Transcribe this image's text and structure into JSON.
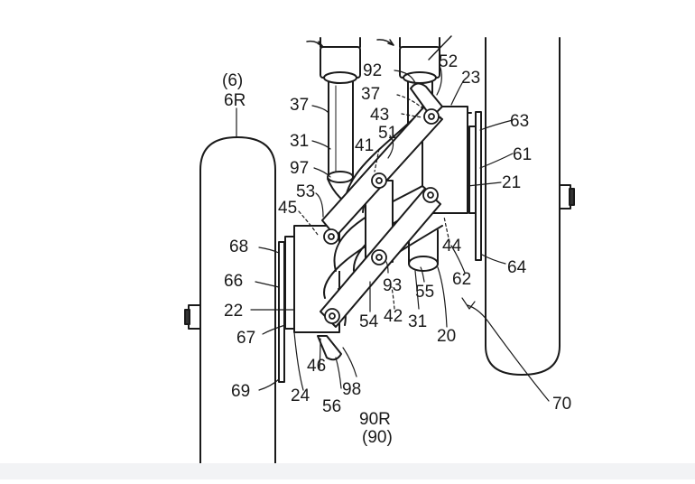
{
  "figure": {
    "labels": {
      "ref_6": "(6)",
      "ref_6R": "6R",
      "ref_37_left": "37",
      "ref_37_right": "37",
      "ref_92": "92",
      "ref_52": "52",
      "ref_23": "23",
      "ref_43": "43",
      "ref_63": "63",
      "ref_31_left": "31",
      "ref_51": "51",
      "ref_41": "41",
      "ref_61": "61",
      "ref_97": "97",
      "ref_21": "21",
      "ref_53": "53",
      "ref_45": "45",
      "ref_44": "44",
      "ref_68": "68",
      "ref_64": "64",
      "ref_62": "62",
      "ref_66": "66",
      "ref_93": "93",
      "ref_55": "55",
      "ref_22": "22",
      "ref_54": "54",
      "ref_42": "42",
      "ref_31_bottom": "31",
      "ref_20": "20",
      "ref_67": "67",
      "ref_46": "46",
      "ref_70": "70",
      "ref_69": "69",
      "ref_24": "24",
      "ref_98": "98",
      "ref_56": "56",
      "ref_90R": "90R",
      "ref_90": "(90)"
    }
  }
}
